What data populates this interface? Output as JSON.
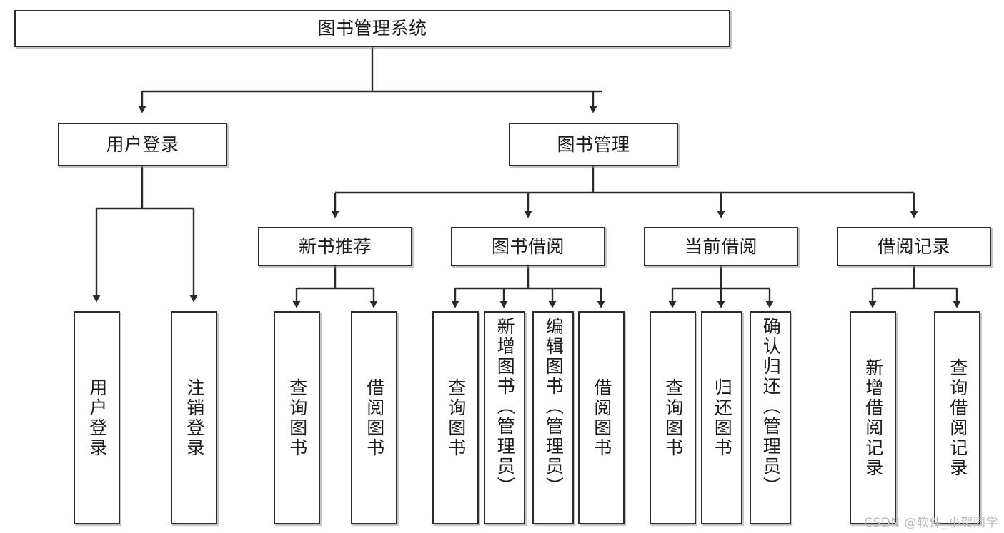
{
  "diagram": {
    "title": "图书管理系统",
    "type": "tree",
    "watermark": "CSDN @软件_小贺同学",
    "colors": {
      "background": "#ffffff",
      "box_border": "#2b2b2b",
      "box_fill": "#ffffff",
      "text": "#1c1c1c",
      "connector": "#2b2b2b",
      "watermark": "#b9b9b9"
    },
    "nodes": {
      "root": {
        "label": "图书管理系统"
      },
      "level2": [
        {
          "label": "用户登录"
        },
        {
          "label": "图书管理"
        }
      ],
      "level3": [
        {
          "label": "新书推荐"
        },
        {
          "label": "图书借阅"
        },
        {
          "label": "当前借阅"
        },
        {
          "label": "借阅记录"
        }
      ],
      "leaves": {
        "user_login": [
          {
            "label": "用户登录"
          },
          {
            "label": "注销登录"
          }
        ],
        "new_book_recommend": [
          {
            "label": "查询图书"
          },
          {
            "label": "借阅图书"
          }
        ],
        "book_borrow": [
          {
            "label": "查询图书"
          },
          {
            "label": "新增图书（管理员）"
          },
          {
            "label": "编辑图书（管理员）"
          },
          {
            "label": "借阅图书"
          }
        ],
        "current_borrow": [
          {
            "label": "查询图书"
          },
          {
            "label": "归还图书"
          },
          {
            "label": "确认归还（管理员）"
          }
        ],
        "borrow_record": [
          {
            "label": "新增借阅记录"
          },
          {
            "label": "查询借阅记录"
          }
        ]
      }
    }
  }
}
